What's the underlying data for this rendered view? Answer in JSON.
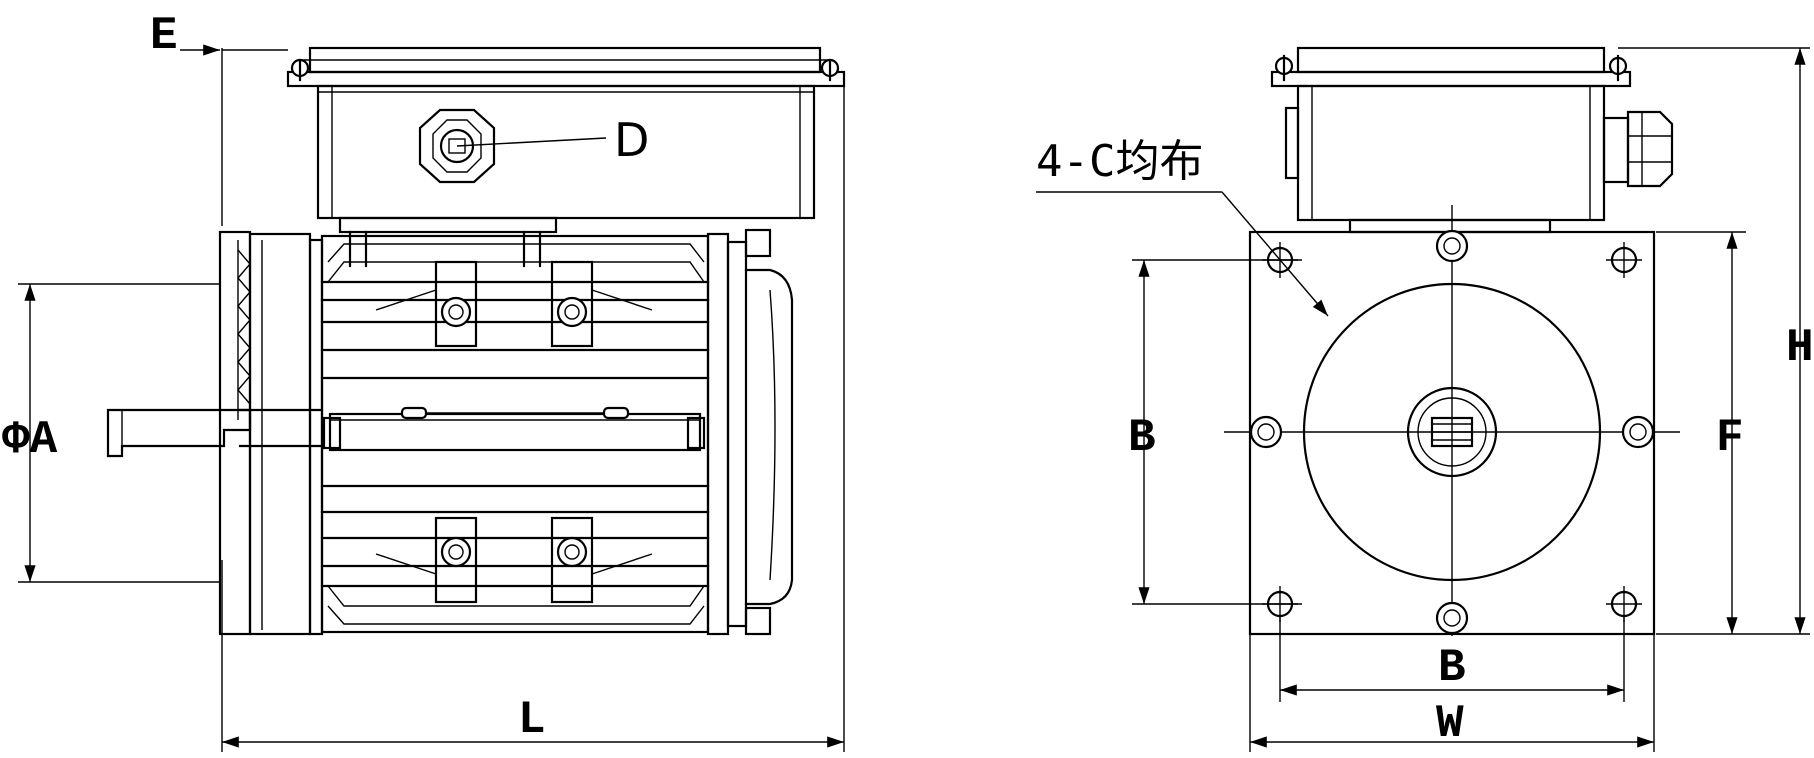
{
  "side_view": {
    "labels": {
      "e": "E",
      "d": "D",
      "phi_a": "ΦA",
      "l": "L"
    }
  },
  "end_view": {
    "labels": {
      "holes_note": "4-C均布",
      "b_vertical": "B",
      "f": "F",
      "h": "H",
      "b_horizontal": "B",
      "w": "W"
    }
  }
}
